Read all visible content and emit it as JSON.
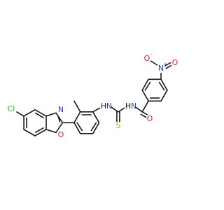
{
  "molecule": {
    "atom_labels": {
      "chlorine": "Cl",
      "oxazole_nitrogen": "N",
      "oxazole_oxygen": "O",
      "amine_h": "H",
      "amine_n": "N",
      "amide_h": "H",
      "amide_n": "N",
      "thione_sulfur": "S",
      "carbonyl_oxygen": "O",
      "nitro_n": "N",
      "nitro_plus": "+",
      "nitro_o_top": "O",
      "nitro_o_minus": "-",
      "nitro_o_right": "O"
    },
    "element_colors": {
      "Cl": "#1fb21f",
      "N": "#1f3fdc",
      "O": "#e01f1f",
      "S": "#b8a91a",
      "H": "#1a1a1a"
    }
  }
}
